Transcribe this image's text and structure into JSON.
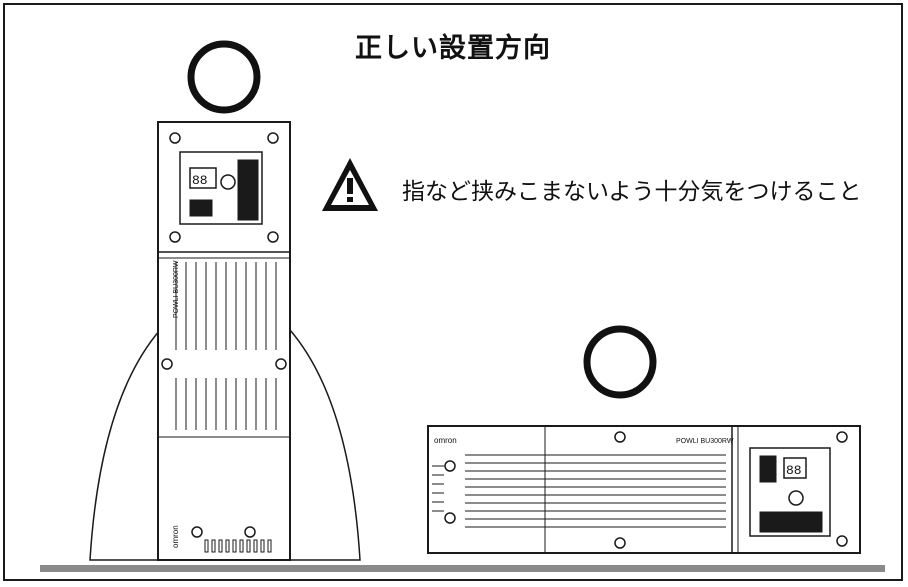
{
  "title": "正しい設置方向",
  "warning_text": "指など挟みこまないよう十分気をつけること",
  "icons": {
    "ok_mark": "circle-ok-icon",
    "warning": "warning-triangle-icon"
  },
  "device": {
    "brand": "omron",
    "model_label": "POWLI BU300RW",
    "display_digits": "88"
  },
  "colors": {
    "line": "#1a1a1a",
    "floor": "#8a8a8a"
  }
}
